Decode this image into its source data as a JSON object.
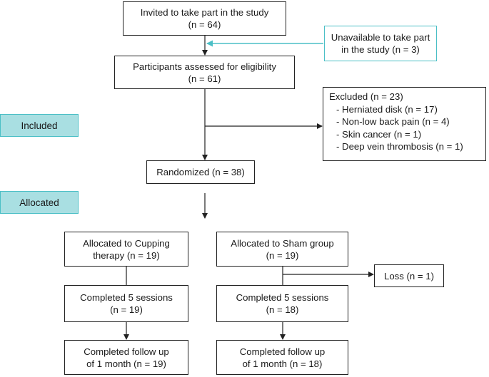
{
  "stages": {
    "included": "Included",
    "allocated": "Allocated"
  },
  "boxes": {
    "invited": [
      "Invited to take part in the study",
      "(n = 64)"
    ],
    "unavailable": [
      "Unavailable to take part",
      "in the study (n = 3)"
    ],
    "assessed": [
      "Participants assessed for eligibility",
      "(n = 61)"
    ],
    "excluded": {
      "title": "Excluded (n = 23)",
      "items": [
        "- Herniated disk (n = 17)",
        "- Non-low back pain (n = 4)",
        "- Skin cancer (n = 1)",
        "- Deep vein thrombosis (n = 1)"
      ]
    },
    "randomized": [
      "Randomized (n = 38)"
    ],
    "cupping_alloc": [
      "Allocated to Cupping",
      "therapy (n = 19)"
    ],
    "sham_alloc": [
      "Allocated to Sham group",
      "(n = 19)"
    ],
    "loss": [
      "Loss (n = 1)"
    ],
    "cupping_completed": [
      "Completed 5 sessions",
      "(n = 19)"
    ],
    "sham_completed": [
      "Completed 5 sessions",
      "(n = 18)"
    ],
    "cupping_followup": [
      "Completed follow up",
      "of 1 month (n = 19)"
    ],
    "sham_followup": [
      "Completed follow up",
      "of 1 month (n = 18)"
    ]
  },
  "colors": {
    "stage_fill": "#a9dfe2",
    "stage_border": "#4bbfc6",
    "unavailable_border": "#4bbfc6",
    "unavailable_arrow": "#4bbfc6",
    "line": "#222222"
  }
}
